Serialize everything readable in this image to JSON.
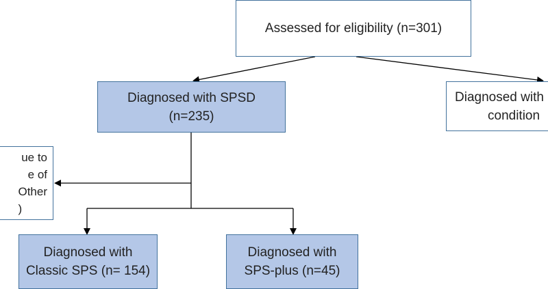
{
  "nodes": {
    "assessed": {
      "lines": [
        "Assessed for eligibility (n=301)"
      ]
    },
    "spsd": {
      "lines": [
        "Diagnosed with SPSD",
        "(n=235)"
      ]
    },
    "other": {
      "lines": [
        "Diagnosed with",
        "condition"
      ]
    },
    "excluded": {
      "lines": [
        "ue to",
        "e of",
        "Other",
        ")"
      ]
    },
    "classic": {
      "lines": [
        "Diagnosed with",
        "Classic SPS (n= 154)"
      ]
    },
    "plus": {
      "lines": [
        "Diagnosed with",
        "SPS-plus (n=45)"
      ]
    }
  },
  "colors": {
    "box_border": "#41719c",
    "highlight_fill": "#b4c7e7",
    "plain_fill": "#ffffff",
    "connector": "#000000"
  }
}
